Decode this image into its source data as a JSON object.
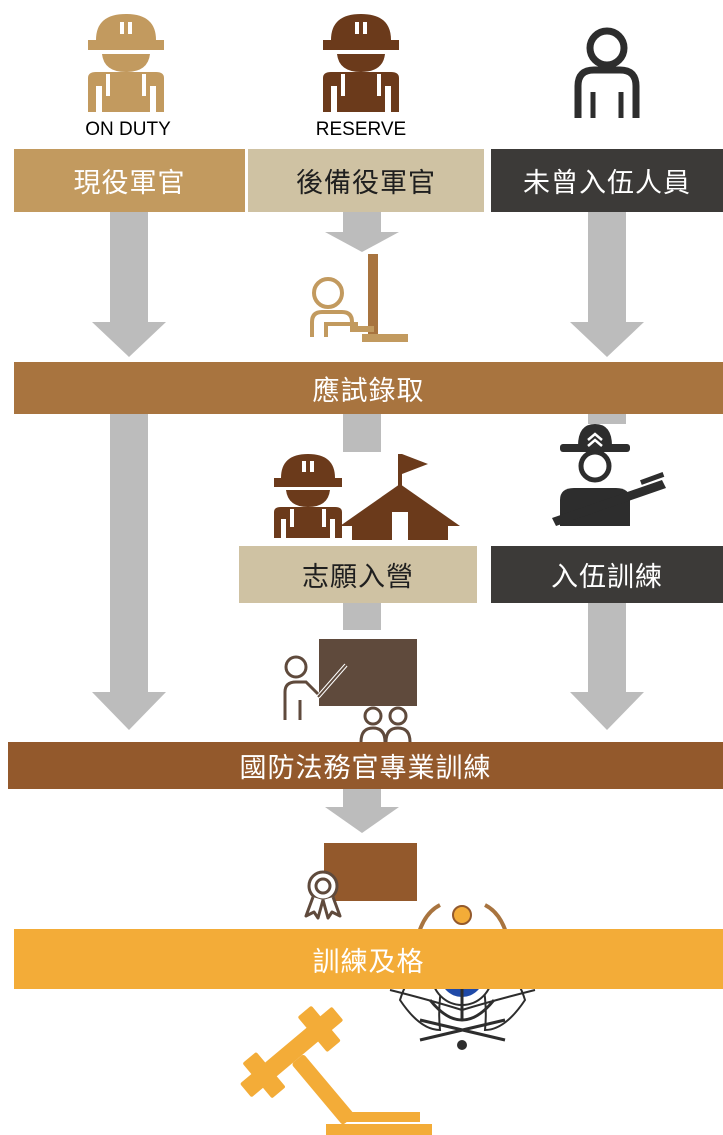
{
  "roles": {
    "on_duty": {
      "en": "ON DUTY",
      "zh": "現役軍官"
    },
    "reserve": {
      "en": "RESERVE",
      "zh": "後備役軍官"
    },
    "civilian": {
      "zh": "未曾入伍人員"
    }
  },
  "steps": {
    "exam": "應試錄取",
    "volunteer": "志願入營",
    "basic_training": "入伍訓練",
    "professional_training": "國防法務官專業訓練",
    "pass": "訓練及格"
  },
  "colors": {
    "on_duty": "#c29a5f",
    "reserve": "#cfc2a3",
    "civilian": "#3c3a38",
    "exam_bar": "#a8743f",
    "training_bar": "#93592c",
    "pass_bar": "#f3ac38",
    "arrow": "#bcbcbc"
  },
  "icons": [
    "soldier-icon",
    "person-icon",
    "exam-desk-icon",
    "barracks-icon",
    "drill-sergeant-icon",
    "classroom-icon",
    "certificate-icon",
    "gavel-icon",
    "military-emblem-icon"
  ]
}
